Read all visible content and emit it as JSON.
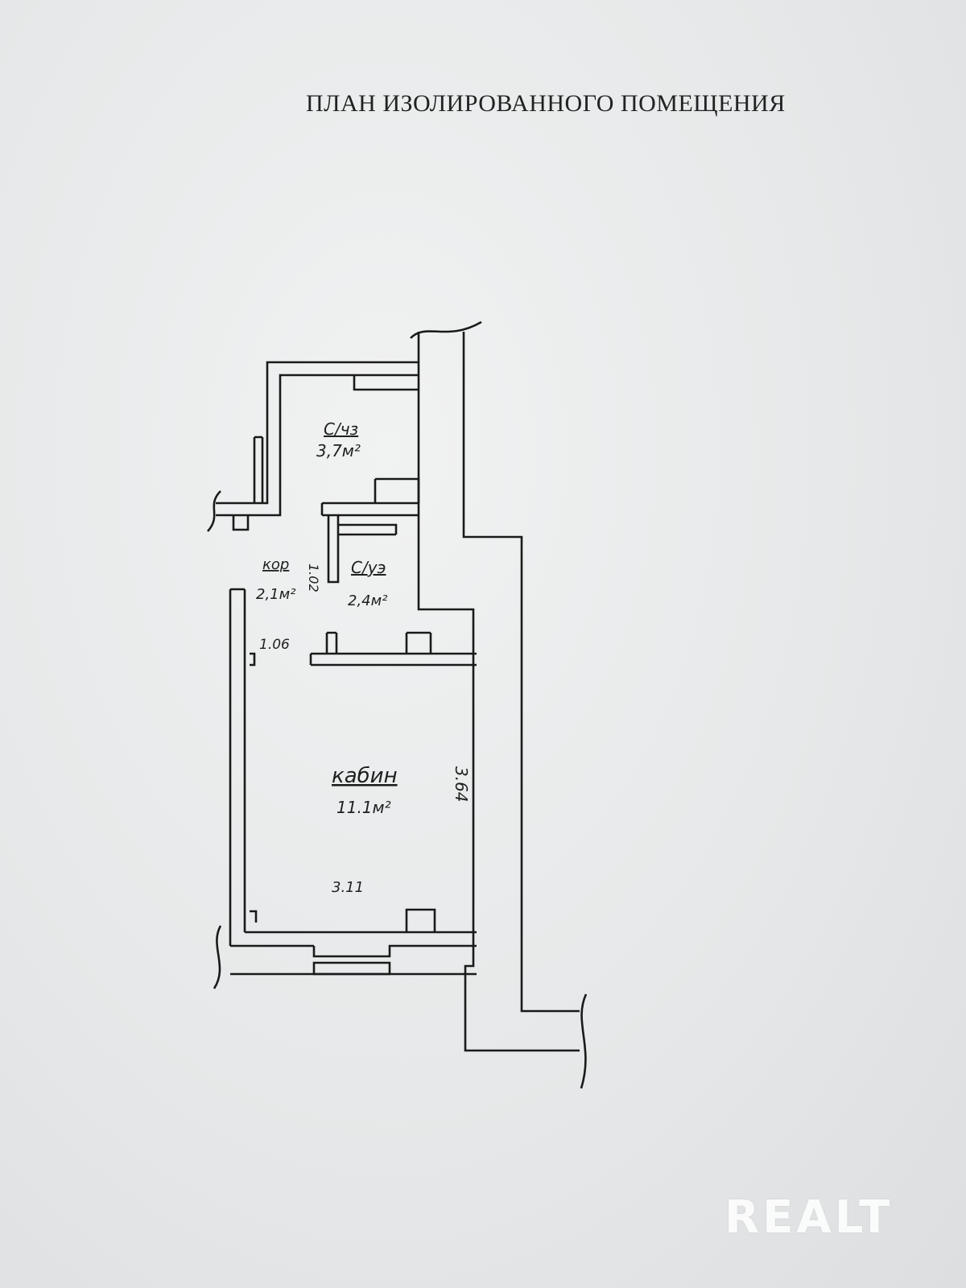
{
  "title": "ПЛАН ИЗОЛИРОВАННОГО ПОМЕЩЕНИЯ",
  "rooms": {
    "storage": {
      "name": "С/чз",
      "area": "3,7м²"
    },
    "corridor": {
      "name": "кор",
      "area": "2,1м²",
      "dim": "1.02"
    },
    "bathroom": {
      "name": "С/уэ",
      "area": "2,4м²"
    },
    "cabinet": {
      "name": "кабин",
      "area": "11.1м²",
      "width": "3.11",
      "length": "3.64",
      "dim_top": "1.06"
    }
  },
  "watermark": "REALT"
}
